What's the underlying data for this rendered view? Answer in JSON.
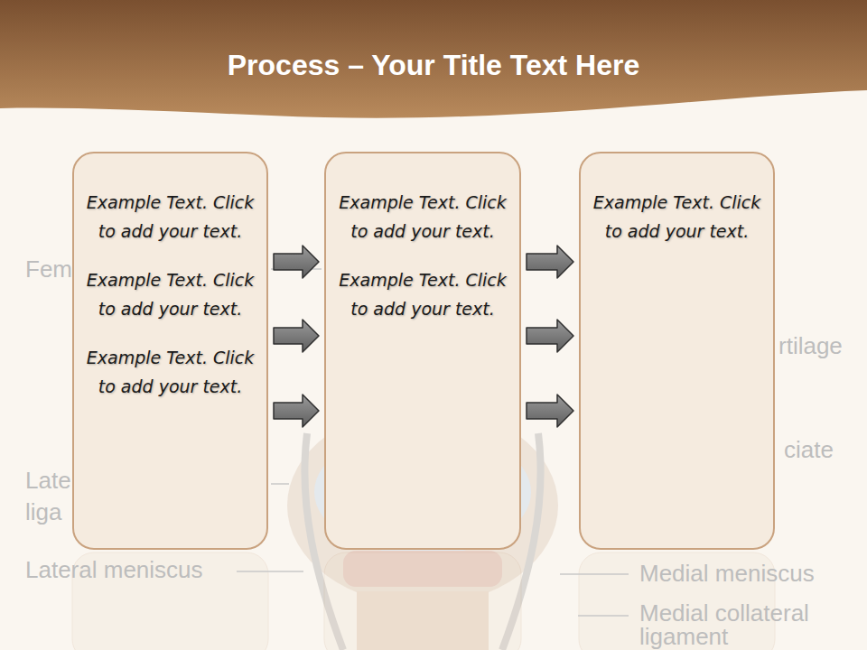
{
  "diagram": {
    "title": "Process – Your Title Text Here",
    "nodes": [
      {
        "text": [
          "Example Text. Click to add your text.",
          "Example Text. Click to add your text.",
          "Example Text. Click to add your text."
        ]
      },
      {
        "text": [
          "Example Text. Click to add your text.",
          "Example Text. Click to add your text."
        ]
      },
      {
        "text": [
          "Example Text. Click to add your text."
        ]
      }
    ],
    "edges": [
      {
        "from": 0,
        "to": 1,
        "arrow": "to"
      },
      {
        "from": 0,
        "to": 1,
        "arrow": "to"
      },
      {
        "from": 0,
        "to": 1,
        "arrow": "to"
      },
      {
        "from": 1,
        "to": 2,
        "arrow": "to"
      },
      {
        "from": 1,
        "to": 2,
        "arrow": "to"
      },
      {
        "from": 1,
        "to": 2,
        "arrow": "to"
      }
    ],
    "labels": [
      "Fem",
      "rtilage",
      "ciate",
      "Late",
      "liga",
      "Lateral meniscus",
      "Medial meniscus",
      "Medial collateral",
      "ligament"
    ]
  }
}
